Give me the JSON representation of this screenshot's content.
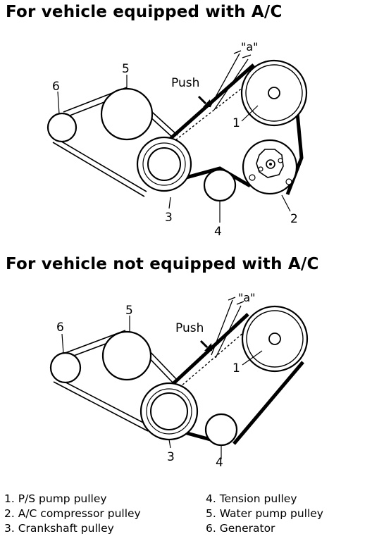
{
  "headings": {
    "with_ac": "For vehicle equipped with A/C",
    "without_ac": "For vehicle not equipped with A/C"
  },
  "diagram_with_ac": {
    "push_label": "Push",
    "dimension_label": "\"a\"",
    "numbers": {
      "n1": "1",
      "n2": "2",
      "n3": "3",
      "n4": "4",
      "n5": "5",
      "n6": "6"
    }
  },
  "diagram_without_ac": {
    "push_label": "Push",
    "dimension_label": "\"a\"",
    "numbers": {
      "n1": "1",
      "n3": "3",
      "n4": "4",
      "n5": "5",
      "n6": "6"
    }
  },
  "legend": {
    "items": [
      "1. P/S pump pulley",
      "2. A/C compressor pulley",
      "3. Crankshaft pulley",
      "4. Tension pulley",
      "5. Water pump pulley",
      "6. Generator"
    ]
  }
}
